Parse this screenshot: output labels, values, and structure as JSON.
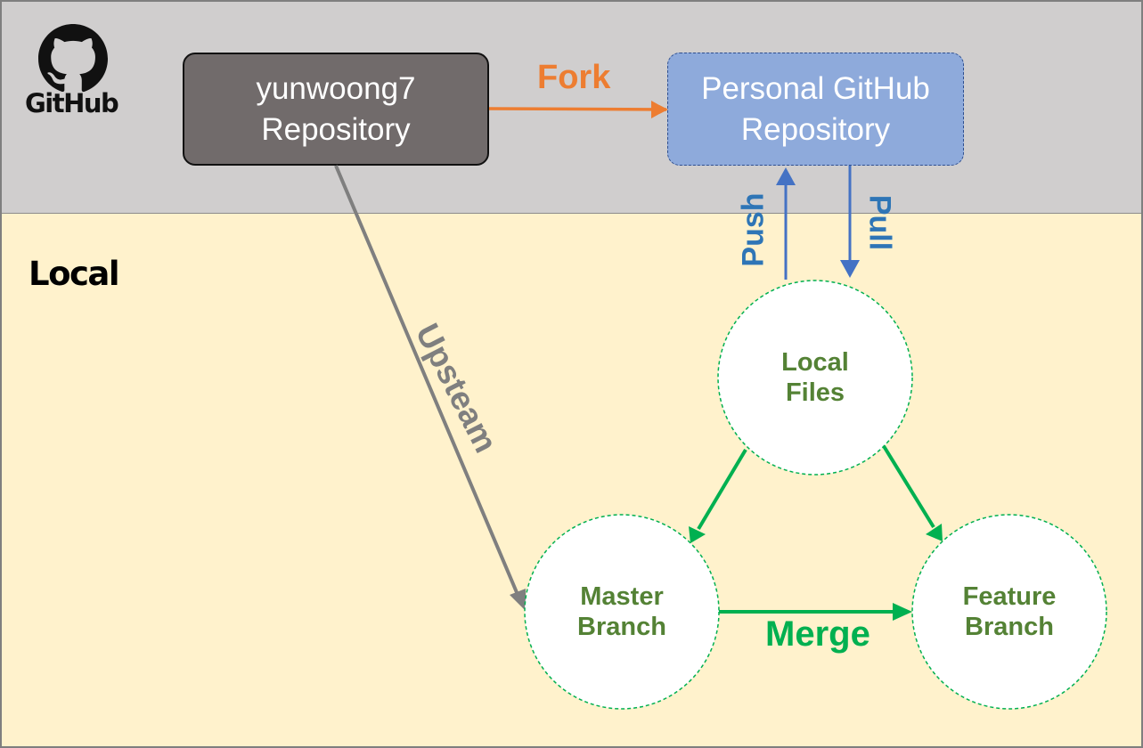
{
  "github": {
    "logo_text": "GitHub",
    "band_color": "#d0cece"
  },
  "local": {
    "title": "Local",
    "band_color": "#fff2cc"
  },
  "nodes": {
    "upstream_repo": {
      "line1": "yunwoong7",
      "line2": "Repository",
      "color": "#716b6b"
    },
    "personal_repo": {
      "line1": "Personal GitHub",
      "line2": "Repository",
      "color": "#8eaadb"
    },
    "local_files": {
      "line1": "Local",
      "line2": "Files"
    },
    "master_branch": {
      "line1": "Master",
      "line2": "Branch"
    },
    "feature_branch": {
      "line1": "Feature",
      "line2": "Branch"
    }
  },
  "edges": {
    "fork": {
      "label": "Fork",
      "color": "#ed7d31"
    },
    "push": {
      "label": "Push",
      "color": "#4472c4"
    },
    "pull": {
      "label": "Pull",
      "color": "#4472c4"
    },
    "upstream": {
      "label": "Upsteam",
      "color": "#7f7f7f"
    },
    "merge": {
      "label": "Merge",
      "color": "#00b050"
    },
    "branching": {
      "color": "#00b050"
    }
  },
  "colors": {
    "circle_border": "#00b050",
    "circle_text": "#548235",
    "label_blue": "#2e75b6"
  },
  "icons": [
    "github-octocat-icon"
  ]
}
